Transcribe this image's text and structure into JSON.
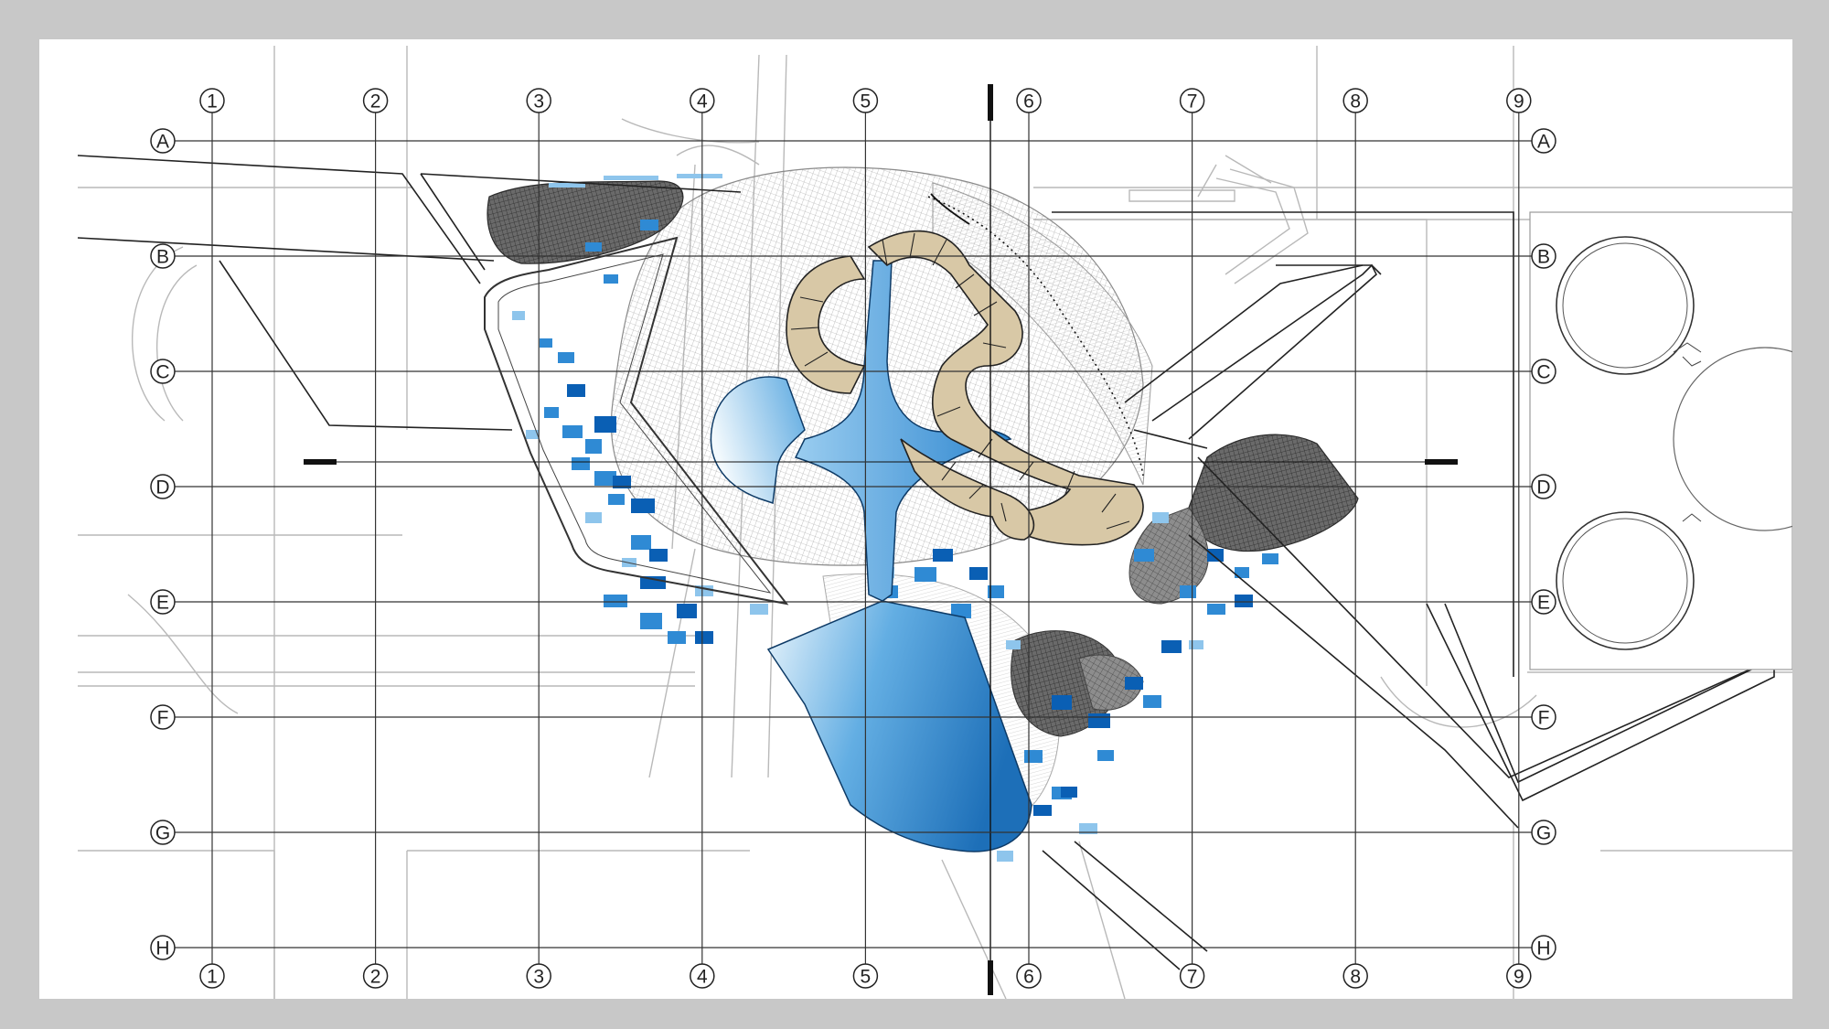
{
  "drawing": {
    "column_labels": [
      "1",
      "2",
      "3",
      "4",
      "5",
      "6",
      "7",
      "8",
      "9"
    ],
    "row_labels": [
      "A",
      "B",
      "C",
      "D",
      "E",
      "F",
      "G",
      "H"
    ],
    "colors": {
      "background_frame": "#c8c8c8",
      "sheet": "#ffffff",
      "gridline": "#333333",
      "water_blue": "#2f8ad4",
      "deep_blue": "#0a5fb4",
      "light_blue": "#bfe0f6",
      "path_tan": "#d8c8a6",
      "mesh_gray": "#555555",
      "context_gray": "#bcbcbc"
    }
  }
}
